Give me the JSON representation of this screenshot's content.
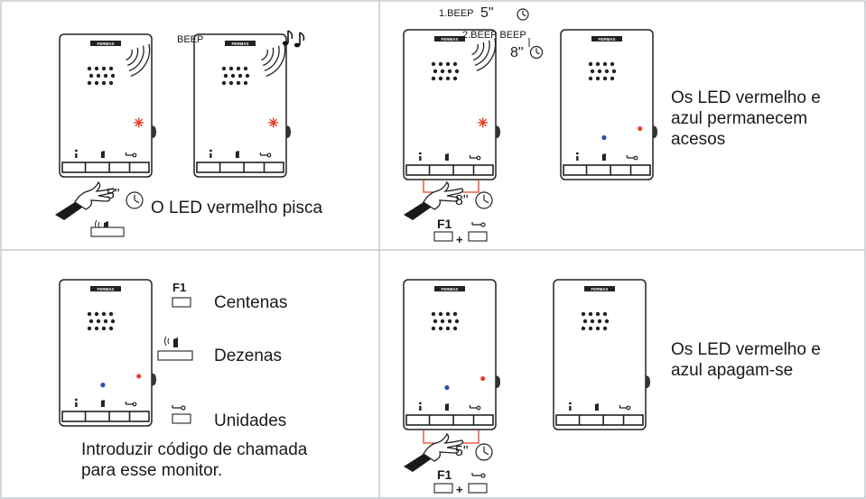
{
  "colors": {
    "led_red": "#e5402a",
    "led_blue": "#2b4fa8",
    "line": "#222222",
    "panel_border": "#b8bec8",
    "bracket": "#e5402a"
  },
  "icons": [
    "intercom-monitor-icon",
    "speaker-icon",
    "key-icon",
    "door-icon",
    "person-icon",
    "hand-icon",
    "clock-icon",
    "sound-wave-icon",
    "music-note-icon"
  ],
  "monitor": {
    "brand": "FERMAX"
  },
  "panel1": {
    "beep": "BEEP",
    "timer": "5\"",
    "caption": "O LED vermelho pisca"
  },
  "panel2": {
    "beep1": "1.BEEP",
    "beep1_time": "5\"",
    "beep2": "2.BEEP BEEP",
    "beep2_time": "8\"",
    "press_time": "8\"",
    "f1": "F1",
    "plus": "+",
    "caption_line1": "Os LED vermelho e",
    "caption_line2": "azul    permanecem",
    "caption_line3": "acesos"
  },
  "panel3": {
    "f1": "F1",
    "centenas": "Centenas",
    "dezenas": "Dezenas",
    "unidades": "Unidades",
    "instruction_line1": "Introduzir código de chamada",
    "instruction_line2": "para esse monitor."
  },
  "panel4": {
    "press_time": "5\"",
    "f1": "F1",
    "plus": "+",
    "caption_line1": "Os LED vermelho e",
    "caption_line2": "azul apagam-se"
  }
}
